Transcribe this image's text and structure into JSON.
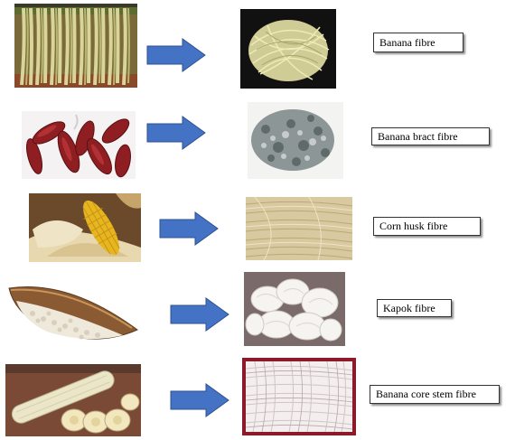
{
  "colors": {
    "arrow_fill": "#4472C4",
    "arrow_stroke": "#2F528F"
  },
  "rows": [
    {
      "source_icon": "banana-stem-strips-photo",
      "product_icon": "banana-fibre-photo",
      "label": "Banana fibre"
    },
    {
      "source_icon": "banana-bracts-photo",
      "product_icon": "banana-bract-fibre-photo",
      "label": "Banana bract fibre"
    },
    {
      "source_icon": "corn-husk-photo",
      "product_icon": "corn-husk-fibre-photo",
      "label": "Corn husk fibre"
    },
    {
      "source_icon": "kapok-pod-photo",
      "product_icon": "kapok-fibre-photo",
      "label": "Kapok fibre"
    },
    {
      "source_icon": "banana-core-stem-photo",
      "product_icon": "banana-core-stem-fibre-photo",
      "label": "Banana core stem fibre"
    }
  ]
}
